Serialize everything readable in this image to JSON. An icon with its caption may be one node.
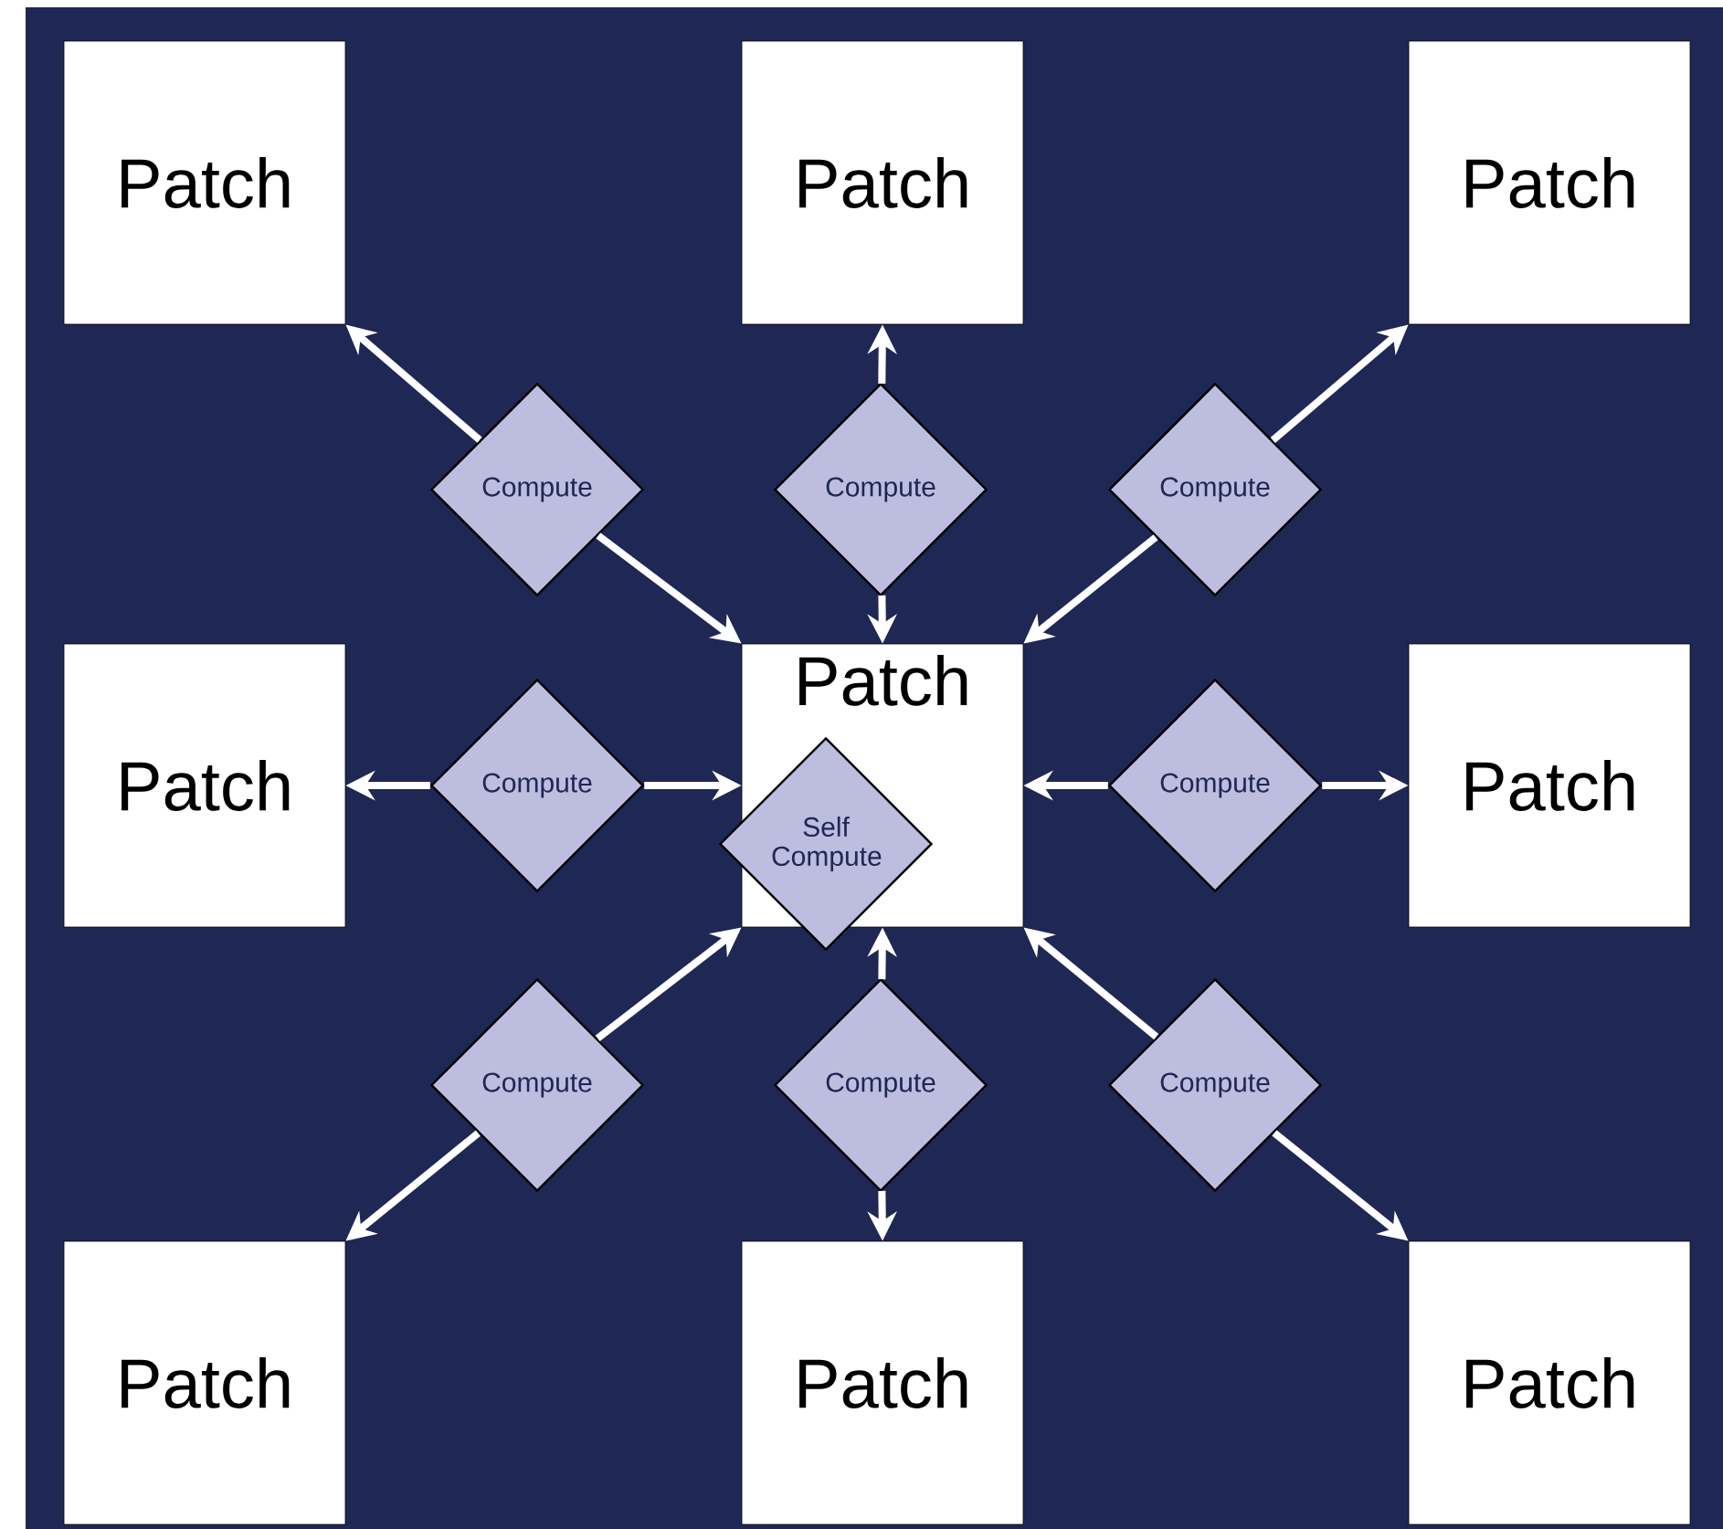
{
  "diagram": {
    "nodes": [
      {
        "text": [
          "Patch"
        ]
      },
      {
        "text": [
          "Patch"
        ]
      },
      {
        "text": [
          "Patch"
        ]
      },
      {
        "text": [
          "Compute"
        ]
      },
      {
        "text": [
          "Compute"
        ]
      },
      {
        "text": [
          "Compute"
        ]
      },
      {
        "text": [
          "Patch"
        ]
      },
      {
        "text": [
          "Compute"
        ]
      },
      {
        "text": [
          "Patch"
        ]
      },
      {
        "text": [
          "Self Compute"
        ]
      },
      {
        "text": [
          "Compute"
        ]
      },
      {
        "text": [
          "Patch"
        ]
      },
      {
        "text": [
          "Compute"
        ]
      },
      {
        "text": [
          "Compute"
        ]
      },
      {
        "text": [
          "Compute"
        ]
      },
      {
        "text": [
          "Patch"
        ]
      },
      {
        "text": [
          "Patch"
        ]
      },
      {
        "text": [
          "Patch"
        ]
      }
    ],
    "edges": [
      {
        "from": 3,
        "to": 0,
        "arrow": "to"
      },
      {
        "from": 3,
        "to": 8,
        "arrow": "to"
      },
      {
        "from": 4,
        "to": 1,
        "arrow": "to"
      },
      {
        "from": 4,
        "to": 8,
        "arrow": "to"
      },
      {
        "from": 5,
        "to": 2,
        "arrow": "to"
      },
      {
        "from": 5,
        "to": 8,
        "arrow": "to"
      },
      {
        "from": 7,
        "to": 6,
        "arrow": "to"
      },
      {
        "from": 7,
        "to": 8,
        "arrow": "to"
      },
      {
        "from": 10,
        "to": 11,
        "arrow": "to"
      },
      {
        "from": 10,
        "to": 8,
        "arrow": "to"
      },
      {
        "from": 12,
        "to": 15,
        "arrow": "to"
      },
      {
        "from": 12,
        "to": 8,
        "arrow": "to"
      },
      {
        "from": 13,
        "to": 16,
        "arrow": "to"
      },
      {
        "from": 13,
        "to": 8,
        "arrow": "to"
      },
      {
        "from": 14,
        "to": 17,
        "arrow": "to"
      },
      {
        "from": 14,
        "to": 8,
        "arrow": "to"
      }
    ]
  }
}
